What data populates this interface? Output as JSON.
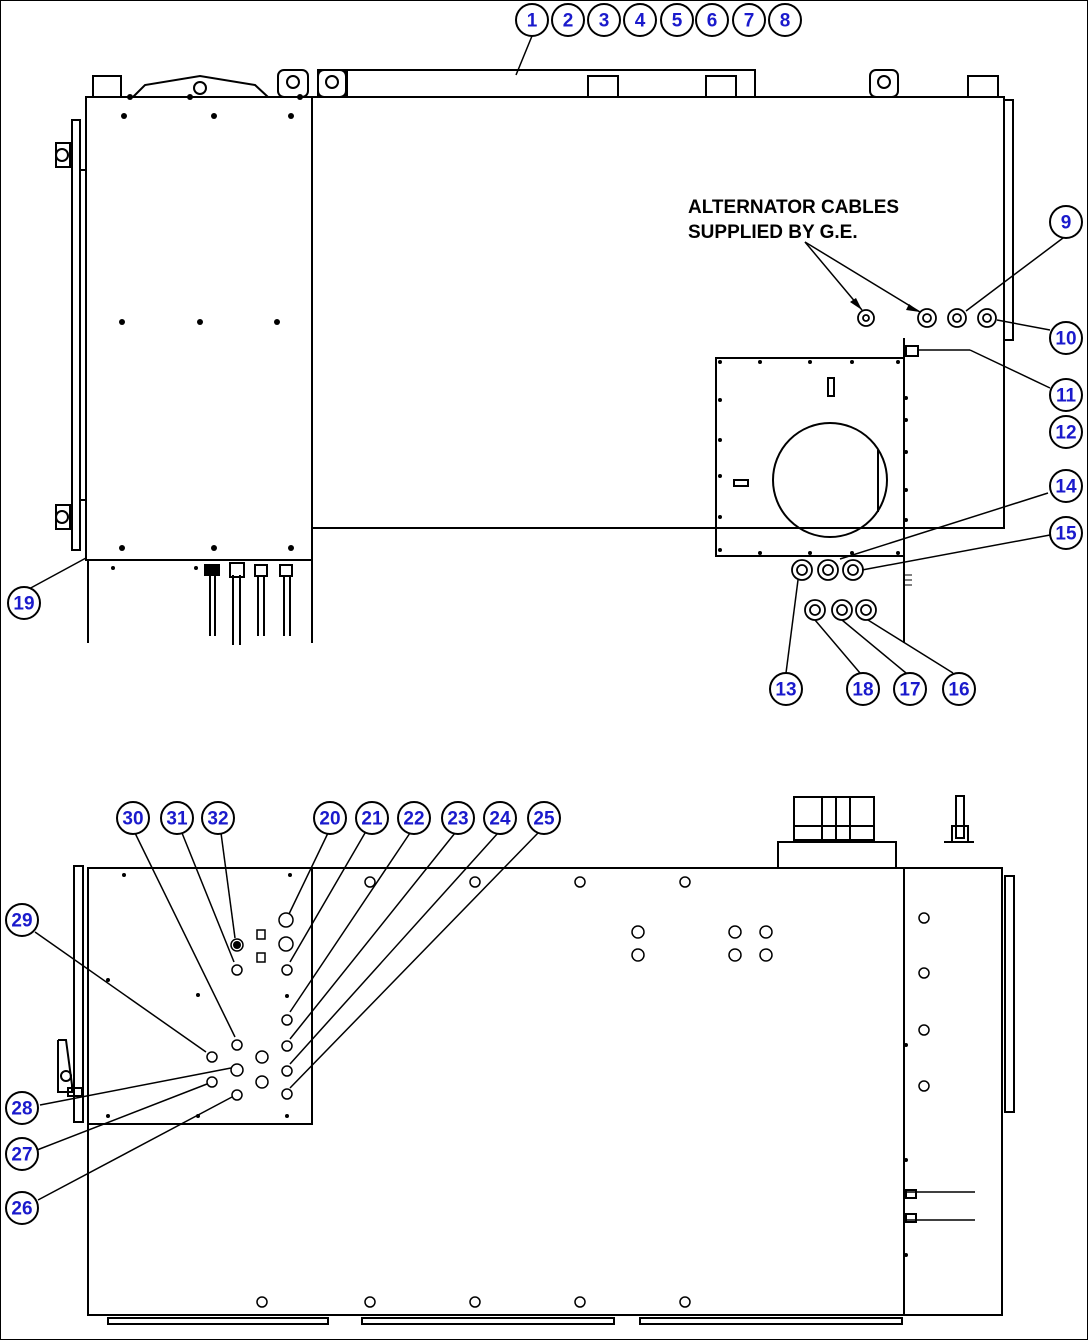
{
  "colors": {
    "line": "#000000",
    "callout_text": "#1a1acc",
    "background": "#ffffff"
  },
  "note": {
    "line1": "ALTERNATOR CABLES",
    "line2": "SUPPLIED BY G.E."
  },
  "callouts": [
    "1",
    "2",
    "3",
    "4",
    "5",
    "6",
    "7",
    "8",
    "9",
    "10",
    "11",
    "12",
    "13",
    "14",
    "15",
    "16",
    "17",
    "18",
    "19",
    "20",
    "21",
    "22",
    "23",
    "24",
    "25",
    "26",
    "27",
    "28",
    "29",
    "30",
    "31",
    "32"
  ]
}
